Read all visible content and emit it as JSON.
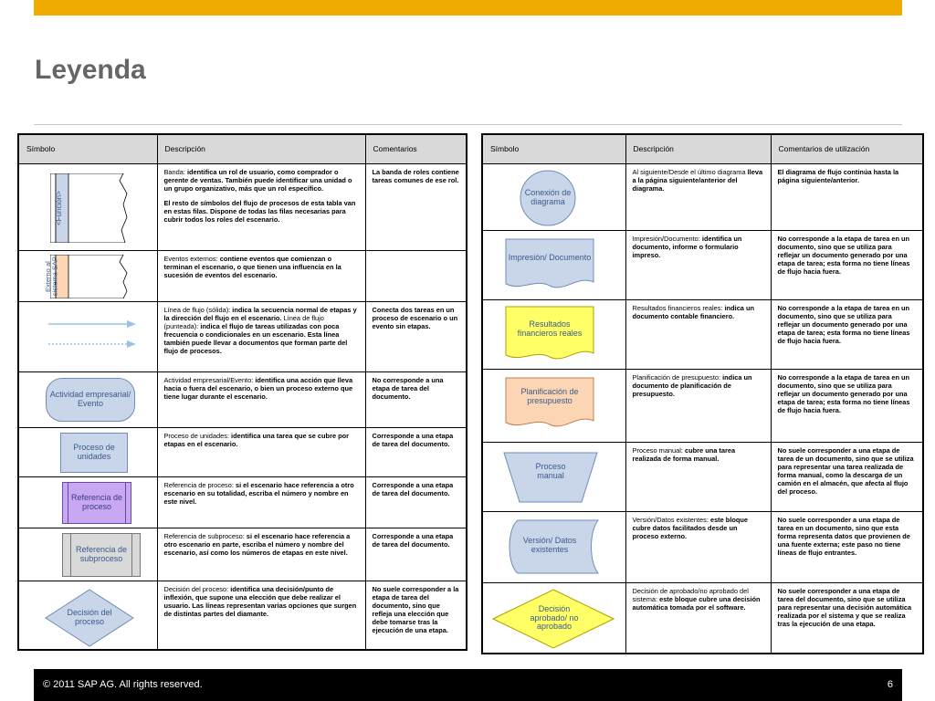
{
  "title": "Leyenda",
  "footer": {
    "copyright": "© 2011 SAP AG. All rights reserved.",
    "page": "6"
  },
  "left_table": {
    "headers": [
      "Símbolo",
      "Descripción",
      "Comentarios"
    ],
    "rows": [
      {
        "symbol_text": "<Función>",
        "desc_lead": "Banda: ",
        "desc_bold": "identifica un rol de usuario, como comprador o gerente de ventas. También puede identificar una unidad o un grupo organizativo, más que un rol específico.",
        "desc_extra": "El resto de símbolos del flujo de procesos de esta tabla van en estas filas. Dispone de todas las filas necesarias para cubrir todos los roles del escenario.",
        "comment": "La banda de roles contiene tareas comunes de ese rol."
      },
      {
        "symbol_text": "Externo al sistema SAP",
        "desc_lead": "Eventos externos: ",
        "desc_bold": "contiene eventos que comienzan o terminan el escenario, o que tienen una influencia en la sucesión de eventos del escenario.",
        "comment": ""
      },
      {
        "desc_lead": "Línea de flujo (sólida): ",
        "desc_bold": "indica la secuencia normal de etapas y la dirección del flujo en el escenario.",
        "desc_lead2": "Línea de flujo (punteada): ",
        "desc_bold2": "indica el flujo de tareas utilizadas con poca frecuencia o condicionales en un escenario. Esta línea también puede llevar a documentos que forman parte del flujo de procesos.",
        "comment": "Conecta dos tareas en un proceso de escenario o un evento sin etapas."
      },
      {
        "symbol_text": "Actividad empresarial/ Evento",
        "desc_lead": "Actividad empresarial/Evento: ",
        "desc_bold": "identifica una acción que lleva hacia o fuera del escenario, o bien un proceso externo que tiene lugar durante el escenario.",
        "comment": "No corresponde a una etapa de tarea del documento."
      },
      {
        "symbol_text": "Proceso de unidades",
        "desc_lead": "Proceso de unidades: ",
        "desc_bold": "identifica una tarea que se cubre por etapas en el escenario.",
        "comment": "Corresponde a una etapa de tarea del documento."
      },
      {
        "symbol_text": "Referencia de proceso",
        "desc_lead": "Referencia de proceso: ",
        "desc_bold": "si el escenario hace referencia a otro escenario en su totalidad, escriba el número y nombre en este nivel.",
        "comment": "Corresponde a una etapa de tarea del documento."
      },
      {
        "symbol_text": "Referencia de subproceso",
        "desc_lead": "Referencia de subproceso: ",
        "desc_bold": "si el escenario hace referencia a otro escenario en parte, escriba el número y nombre del escenario, así como los números de etapas en este nivel.",
        "comment": "Corresponde a una etapa de tarea del documento."
      },
      {
        "symbol_text": "Decisión del proceso",
        "desc_lead": "Decisión del proceso: ",
        "desc_bold": "identifica una decisión/punto de inflexión, que supone una elección que debe realizar el usuario. Las líneas representan varias opciones que surgen de distintas partes del diamante.",
        "comment": "No suele corresponder a la etapa de tarea del documento, sino que refleja una elección que debe tomarse tras la ejecución de una etapa."
      }
    ]
  },
  "right_table": {
    "headers": [
      "Símbolo",
      "Descripción",
      "Comentarios de utilización"
    ],
    "rows": [
      {
        "symbol_text": "Conexión de diagrama",
        "desc_lead": "Al siguiente/Desde el último diagrama ",
        "desc_bold": "lleva a la página siguiente/anterior del diagrama.",
        "comment": "El diagrama de flujo continúa hasta la página siguiente/anterior."
      },
      {
        "symbol_text": "Impresión/ Documento",
        "desc_lead": "Impresión/Documento: ",
        "desc_bold": "identifica un documento, informe o formulario impreso.",
        "comment": "No corresponde a la etapa de tarea en un documento, sino que se utiliza para reflejar un documento generado por una etapa de tarea; esta forma no tiene líneas de flujo hacia fuera."
      },
      {
        "symbol_text": "Resultados financieros reales",
        "desc_lead": "Resultados financieros reales: ",
        "desc_bold": "indica un documento contable financiero.",
        "comment": "No corresponde a la etapa de tarea en un documento, sino que se utiliza para reflejar un documento generado por una etapa de tarea; esta forma no tiene líneas de flujo hacia fuera."
      },
      {
        "symbol_text": "Planificación de presupuesto",
        "desc_lead": "Planificación de presupuesto: ",
        "desc_bold": "indica un documento de planificación de presupuesto.",
        "comment": "No corresponde a la etapa de tarea en un documento, sino que se utiliza para reflejar un documento generado por una etapa de tarea; esta forma no tiene líneas de flujo hacia fuera."
      },
      {
        "symbol_text": "Proceso manual",
        "desc_lead": "Proceso manual: ",
        "desc_bold": "cubre una tarea realizada de forma manual.",
        "comment": "No suele corresponder a una etapa de tarea de un documento, sino que se utiliza para representar una tarea realizada de forma manual, como la descarga de un camión en el almacén, que afecta al flujo del proceso."
      },
      {
        "symbol_text": "Versión/ Datos existentes",
        "desc_lead": "Versión/Datos existentes: ",
        "desc_bold": "este bloque cubre datos facilitados desde un proceso externo.",
        "comment": "No suele corresponder a una etapa de tarea en un documento, sino que esta forma representa datos que provienen de una fuente externa; este paso no tiene líneas de flujo entrantes."
      },
      {
        "symbol_text": "Decisión aprobado/ no aprobado",
        "desc_lead": "Decisión de aprobado/no aprobado del sistema: ",
        "desc_bold": "este bloque cubre una decisión automática tomada por el software.",
        "comment": "No suele corresponder a una etapa de tarea del documento, sino que se utiliza para representar una decisión automática realizada por el sistema y que se realiza tras la ejecución de una etapa."
      }
    ]
  },
  "colors": {
    "accent_bar": "#f0ab00",
    "shape_blue_fill": "#c9d6ea",
    "shape_yellow_fill": "#ffff66",
    "shape_orange_fill": "#fcd5b4",
    "shape_purple_fill": "#c8a8f0",
    "flow_line": "#9bc2e6"
  }
}
